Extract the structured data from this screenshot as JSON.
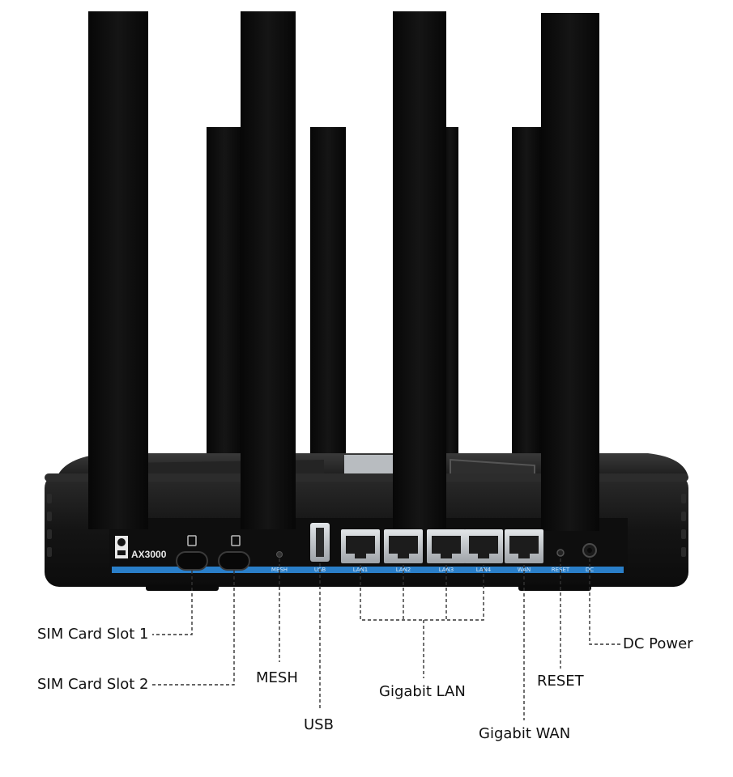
{
  "device": {
    "model_badge": "AX3000",
    "port_labels": [
      "MESH",
      "USB",
      "LAN1",
      "LAN2",
      "LAN3",
      "LAN4",
      "WAN",
      "RESET",
      "DC"
    ]
  },
  "callouts": {
    "sim1": "SIM Card Slot 1",
    "sim2": "SIM Card Slot 2",
    "mesh": "MESH",
    "usb": "USB",
    "lan": "Gigabit LAN",
    "reset": "RESET",
    "wan": "Gigabit WAN",
    "dc": "DC Power"
  },
  "colors": {
    "body": "#141414",
    "antenna": "#0b0b0b",
    "accent_strip": "#2a7fc9",
    "port_metal": "#c8ccd0",
    "lead_line": "#333333"
  }
}
